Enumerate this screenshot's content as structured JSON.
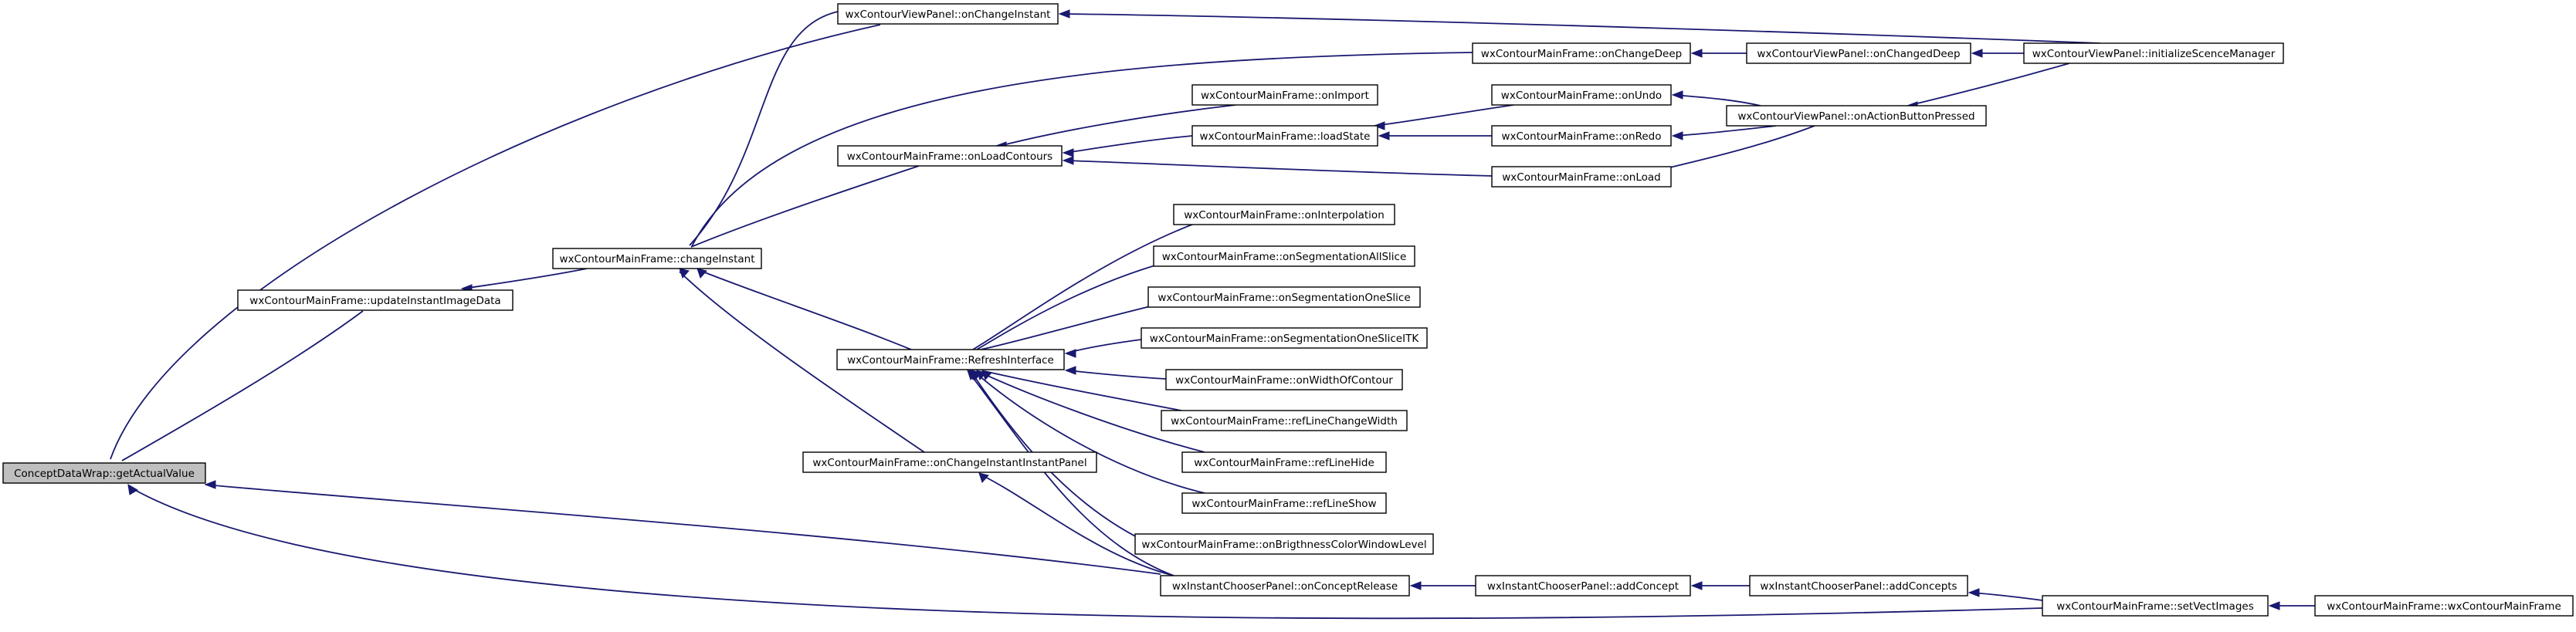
{
  "colors": {
    "edge": "#191970",
    "node_border": "#000000",
    "node_fill": "#ffffff",
    "root_fill": "#bfbfbf"
  },
  "nodes": {
    "getActualValue": "ConceptDataWrap::getActualValue",
    "updateInstantImageData": "wxContourMainFrame::updateInstantImageData",
    "changeInstant": "wxContourMainFrame::changeInstant",
    "vp_onChangeInstant": "wxContourViewPanel::onChangeInstant",
    "mf_onChangeDeep": "wxContourMainFrame::onChangeDeep",
    "vp_onChangedDeep": "wxContourViewPanel::onChangedDeep",
    "initializeScenceManager": "wxContourViewPanel::initializeScenceManager",
    "onImport": "wxContourMainFrame::onImport",
    "onUndo": "wxContourMainFrame::onUndo",
    "onActionButtonPressed": "wxContourViewPanel::onActionButtonPressed",
    "loadState": "wxContourMainFrame::loadState",
    "onRedo": "wxContourMainFrame::onRedo",
    "onLoadContours": "wxContourMainFrame::onLoadContours",
    "onLoad": "wxContourMainFrame::onLoad",
    "onInterpolation": "wxContourMainFrame::onInterpolation",
    "onSegmentationAllSlice": "wxContourMainFrame::onSegmentationAllSlice",
    "onSegmentationOneSlice": "wxContourMainFrame::onSegmentationOneSlice",
    "onSegmentationOneSliceITK": "wxContourMainFrame::onSegmentationOneSliceITK",
    "RefreshInterface": "wxContourMainFrame::RefreshInterface",
    "onWidthOfContour": "wxContourMainFrame::onWidthOfContour",
    "refLineChangeWidth": "wxContourMainFrame::refLineChangeWidth",
    "refLineHide": "wxContourMainFrame::refLineHide",
    "onChangeInstantInstantPanel": "wxContourMainFrame::onChangeInstantInstantPanel",
    "refLineShow": "wxContourMainFrame::refLineShow",
    "onBrigthnessColorWindowLevel": "wxContourMainFrame::onBrigthnessColorWindowLevel",
    "onConceptRelease": "wxInstantChooserPanel::onConceptRelease",
    "addConcept": "wxInstantChooserPanel::addConcept",
    "addConcepts": "wxInstantChooserPanel::addConcepts",
    "setVectImages": "wxContourMainFrame::setVectImages",
    "wxContourMainFrame": "wxContourMainFrame::wxContourMainFrame"
  },
  "edges": [
    [
      "getActualValue",
      "vp_onChangeInstant"
    ],
    [
      "getActualValue",
      "updateInstantImageData"
    ],
    [
      "getActualValue",
      "onConceptRelease"
    ],
    [
      "getActualValue",
      "setVectImages"
    ],
    [
      "updateInstantImageData",
      "changeInstant"
    ],
    [
      "changeInstant",
      "vp_onChangeInstant"
    ],
    [
      "changeInstant",
      "mf_onChangeDeep"
    ],
    [
      "changeInstant",
      "onLoadContours"
    ],
    [
      "changeInstant",
      "RefreshInterface"
    ],
    [
      "changeInstant",
      "onChangeInstantInstantPanel"
    ],
    [
      "vp_onChangeInstant",
      "initializeScenceManager"
    ],
    [
      "mf_onChangeDeep",
      "vp_onChangedDeep"
    ],
    [
      "vp_onChangedDeep",
      "initializeScenceManager"
    ],
    [
      "onLoadContours",
      "onImport"
    ],
    [
      "onLoadContours",
      "loadState"
    ],
    [
      "onLoadContours",
      "onLoad"
    ],
    [
      "loadState",
      "onUndo"
    ],
    [
      "loadState",
      "onRedo"
    ],
    [
      "onUndo",
      "onActionButtonPressed"
    ],
    [
      "onRedo",
      "onActionButtonPressed"
    ],
    [
      "onLoad",
      "onActionButtonPressed"
    ],
    [
      "onActionButtonPressed",
      "initializeScenceManager"
    ],
    [
      "RefreshInterface",
      "onInterpolation"
    ],
    [
      "RefreshInterface",
      "onSegmentationAllSlice"
    ],
    [
      "RefreshInterface",
      "onSegmentationOneSlice"
    ],
    [
      "RefreshInterface",
      "onSegmentationOneSliceITK"
    ],
    [
      "RefreshInterface",
      "onWidthOfContour"
    ],
    [
      "RefreshInterface",
      "refLineChangeWidth"
    ],
    [
      "RefreshInterface",
      "refLineHide"
    ],
    [
      "RefreshInterface",
      "refLineShow"
    ],
    [
      "RefreshInterface",
      "onBrigthnessColorWindowLevel"
    ],
    [
      "RefreshInterface",
      "onConceptRelease"
    ],
    [
      "onChangeInstantInstantPanel",
      "onConceptRelease"
    ],
    [
      "onConceptRelease",
      "addConcept"
    ],
    [
      "addConcept",
      "addConcepts"
    ],
    [
      "addConcepts",
      "setVectImages"
    ],
    [
      "setVectImages",
      "wxContourMainFrame"
    ]
  ]
}
